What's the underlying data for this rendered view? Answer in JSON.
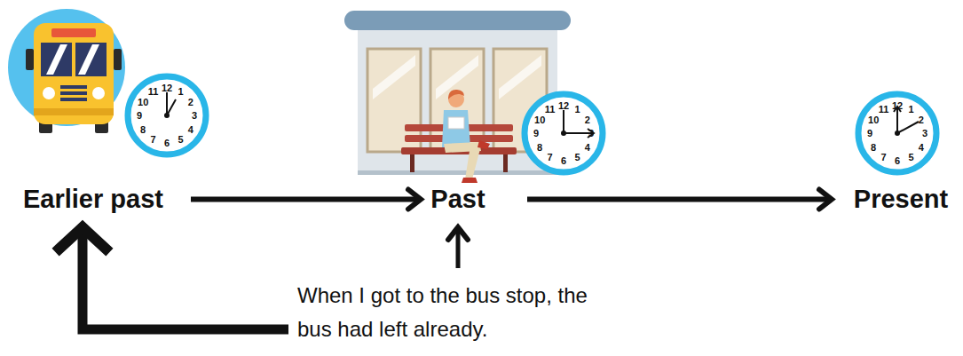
{
  "diagram": {
    "nodes": [
      {
        "text": [
          "Earlier past"
        ]
      },
      {
        "text": [
          "Past"
        ]
      },
      {
        "text": [
          "Present"
        ]
      },
      {
        "text": [
          "When I got to the bus stop, the bus had left already."
        ]
      }
    ],
    "edges": [
      {
        "from": 0,
        "to": 1,
        "arrow": "to"
      },
      {
        "from": 1,
        "to": 2,
        "arrow": "to"
      },
      {
        "from": 3,
        "to": 1,
        "arrow": "to"
      },
      {
        "from": 3,
        "to": 0,
        "arrow": "to"
      }
    ],
    "labels": [
      "12",
      "1",
      "2",
      "3",
      "4",
      "5",
      "6",
      "7",
      "8",
      "9",
      "10",
      "11",
      "12",
      "1",
      "2",
      "3",
      "4",
      "5",
      "6",
      "7",
      "8",
      "9",
      "10",
      "11",
      "12",
      "1",
      "2",
      "3",
      "4",
      "5",
      "6",
      "7",
      "8",
      "9",
      "10",
      "11"
    ]
  }
}
